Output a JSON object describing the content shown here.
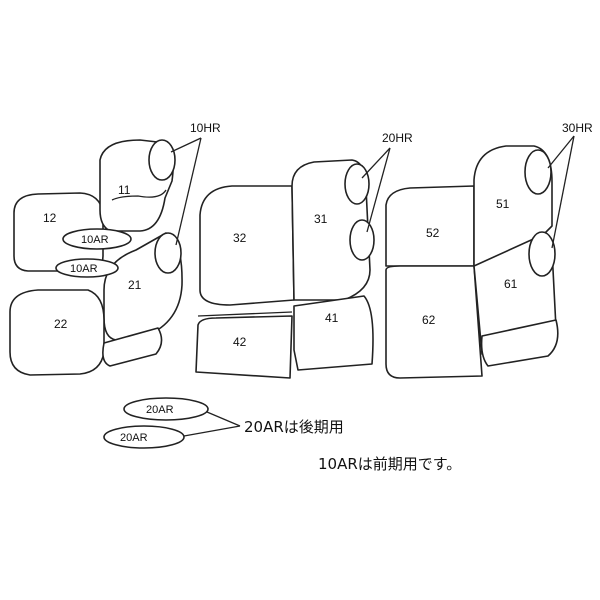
{
  "colors": {
    "line": "#222222",
    "background": "#ffffff"
  },
  "parts": {
    "p11": "11",
    "p12": "12",
    "p21": "21",
    "p22": "22",
    "p31": "31",
    "p32": "32",
    "p41": "41",
    "p42": "42",
    "p51": "51",
    "p52": "52",
    "p61": "61",
    "p62": "62"
  },
  "headrests": {
    "row1": "10HR",
    "row2": "20HR",
    "row3": "30HR"
  },
  "armrests": {
    "front_upper": "10AR",
    "front_lower": "10AR",
    "legend_upper": "20AR",
    "legend_lower": "20AR"
  },
  "notes": {
    "rear_period": "20ARは後期用",
    "front_period": "10ARは前期用です。"
  }
}
